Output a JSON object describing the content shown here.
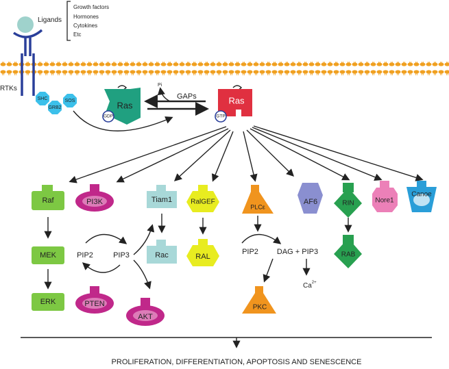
{
  "ligands": {
    "label": "Ligands",
    "items": [
      "Growth factors",
      "Hormones",
      "Cytokines",
      "Etc"
    ]
  },
  "receptor": {
    "label": "RTKs"
  },
  "adaptors": [
    "SHC",
    "GRB2",
    "SOS"
  ],
  "ras_gdp": {
    "label": "Ras",
    "nucleotide": "GDP"
  },
  "ras_gtp": {
    "label": "Ras",
    "nucleotide": "GTP"
  },
  "exchange": {
    "gaps": "GAPs",
    "pi": "Pi"
  },
  "effectors": {
    "raf": "Raf",
    "mek": "MEK",
    "erk": "ERK",
    "pi3k": "PI3K",
    "pten": "PTEN",
    "akt": "AKT",
    "pip2_a": "PIP2",
    "pip3_a": "PIP3",
    "tiam1": "Tiam1",
    "rac": "Rac",
    "ralgef": "RalGEF",
    "ral": "RAL",
    "plce": "PLCε",
    "pip2_b": "PIP2",
    "dag_pip3": "DAG + PIP3",
    "pkc": "PKC",
    "ca": "Ca",
    "ca_charge": "2+",
    "af6": "AF6",
    "rin": "RIN",
    "rab": "RAB",
    "nore1": "Nore1",
    "canoe": "Canoe"
  },
  "outcome": "PROLIFERATION, DIFFERENTIATION, APOPTOSIS AND SENESCENCE",
  "colors": {
    "membrane": "#f0a020",
    "receptor": "#2a3f9a",
    "ligand": "#9fd2cc",
    "adaptor": "#3cc0ea",
    "ras_gdp": "#20a080",
    "ras_gtp": "#e03040",
    "raf": "#7dc843",
    "pi3k": "#c0288a",
    "tiam1": "#a8d8d8",
    "ralgef": "#e8ec20",
    "plce": "#f0941e",
    "af6": "#8a8fd0",
    "rin": "#28a050",
    "nore1": "#ec80b8",
    "canoe": "#2a9ed8"
  }
}
